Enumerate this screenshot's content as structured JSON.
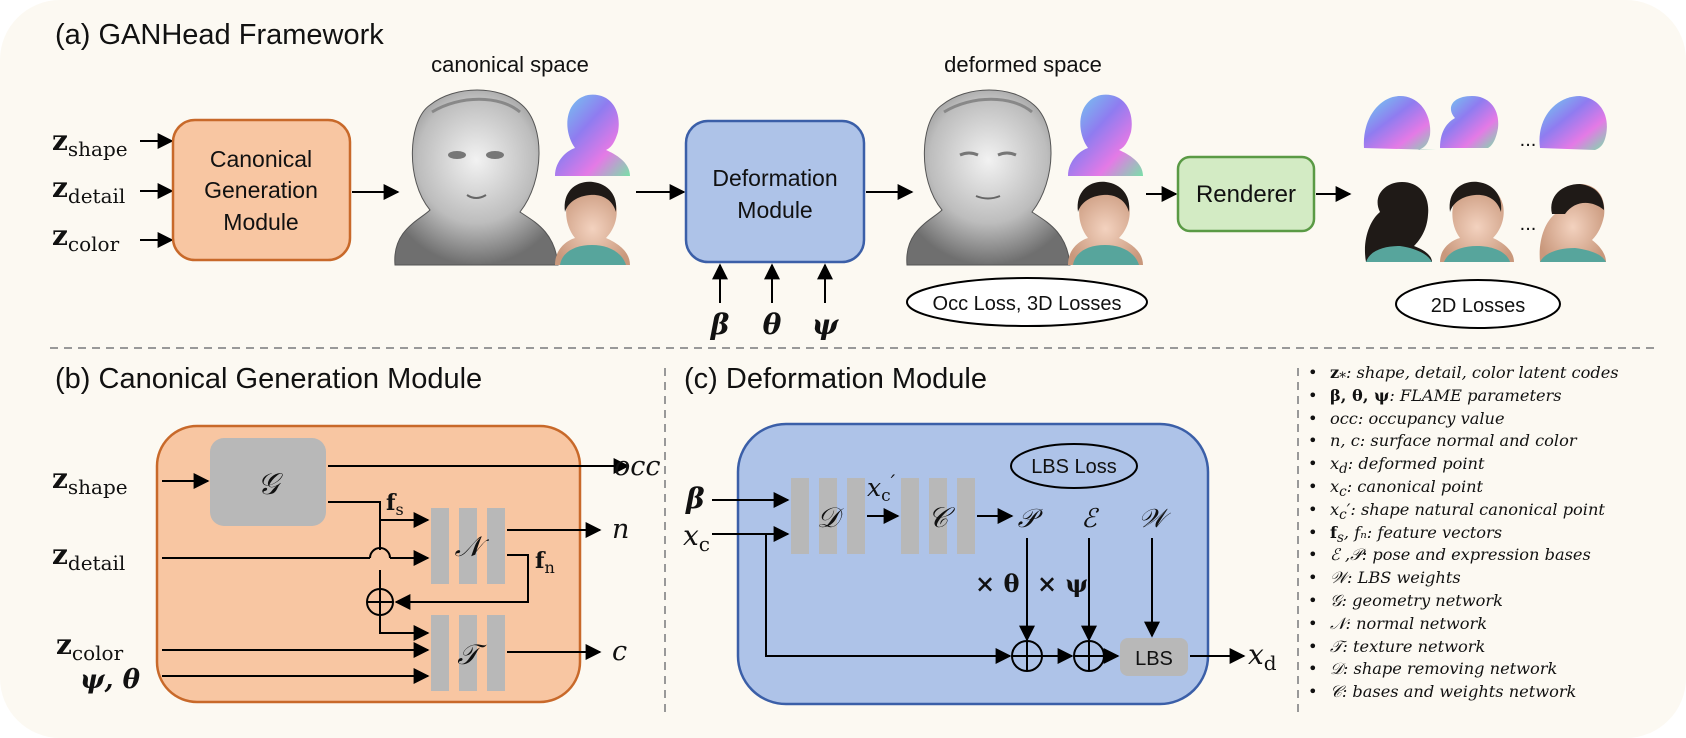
{
  "sections": {
    "a_title": "(a) GANHead Framework",
    "b_title": "(b) Canonical Generation Module",
    "c_title": "(c) Deformation Module"
  },
  "framework": {
    "z_shape": "z",
    "z_shape_sub": "shape",
    "z_detail": "z",
    "z_detail_sub": "detail",
    "z_color": "z",
    "z_color_sub": "color",
    "canonical_module_line1": "Canonical",
    "canonical_module_line2": "Generation",
    "canonical_module_line3": "Module",
    "canonical_space": "canonical space",
    "deformation_module_line1": "Deformation",
    "deformation_module_line2": "Module",
    "beta": "β",
    "theta": "θ",
    "psi": "ψ",
    "deformed_space": "deformed space",
    "renderer": "Renderer",
    "occ_losses": "Occ Loss, 3D Losses",
    "losses_2d": "2D Losses",
    "ellipsis": "..."
  },
  "cgm": {
    "z_shape": "z",
    "z_shape_sub": "shape",
    "z_detail": "z",
    "z_detail_sub": "detail",
    "z_color": "z",
    "z_color_sub": "color",
    "psi_theta": "ψ, θ",
    "G": "𝒢",
    "N": "𝒩",
    "T": "𝒯",
    "fs": "f",
    "fs_sub": "s",
    "fn": "f",
    "fn_sub": "n",
    "occ": "occ",
    "n": "n",
    "c": "c"
  },
  "dm": {
    "beta": "β",
    "x": "x",
    "x_sub": "c",
    "D": "𝒟",
    "xc_prime": "x",
    "xc_prime_sub": "c",
    "xc_prime_mark": "′",
    "C": "𝒞",
    "P": "𝒫",
    "E": "ℰ",
    "W": "𝒲",
    "lbs_loss": "LBS Loss",
    "times_theta": "× θ",
    "times_psi": "× ψ",
    "lbs": "LBS",
    "xd": "x",
    "xd_sub": "d"
  },
  "legend": [
    {
      "sym": "z",
      "sym_sub": "*",
      "text": ": shape, detail, color latent codes"
    },
    {
      "sym": "β, θ, ψ",
      "sym_sub": "",
      "text": ": FLAME parameters"
    },
    {
      "sym": "occ",
      "sym_sub": "",
      "text": ": occupancy value"
    },
    {
      "sym": "n, c",
      "sym_sub": "",
      "text": ": surface normal and color"
    },
    {
      "sym": "x",
      "sym_sub": "d",
      "text": ": deformed point"
    },
    {
      "sym": "x",
      "sym_sub": "c",
      "text": ": canonical point"
    },
    {
      "sym": "x",
      "sym_sub": "c",
      "text": "′: shape natural canonical point"
    },
    {
      "sym": "f",
      "sym_sub": "s",
      "text": ", fₙ: feature vectors"
    },
    {
      "sym": "ℰ ,𝒫",
      "sym_sub": "",
      "text": ": pose and expression bases"
    },
    {
      "sym": "𝒲",
      "sym_sub": "",
      "text": ": LBS weights"
    },
    {
      "sym": "𝒢",
      "sym_sub": "",
      "text": ": geometry network"
    },
    {
      "sym": "𝒩",
      "sym_sub": "",
      "text": ": normal network"
    },
    {
      "sym": "𝒯",
      "sym_sub": "",
      "text": ": texture network"
    },
    {
      "sym": "𝒟",
      "sym_sub": "",
      "text": ": shape removing network"
    },
    {
      "sym": "𝒞",
      "sym_sub": "",
      "text": ": bases and weights network"
    }
  ],
  "colors": {
    "orange_fill": "#f8c6a2",
    "orange_stroke": "#c8692a",
    "blue_fill": "#aec3e8",
    "blue_stroke": "#3b5fa8",
    "green_fill": "#d3ebc4",
    "green_stroke": "#5a9a45",
    "gray_block": "#b8b8b8"
  }
}
